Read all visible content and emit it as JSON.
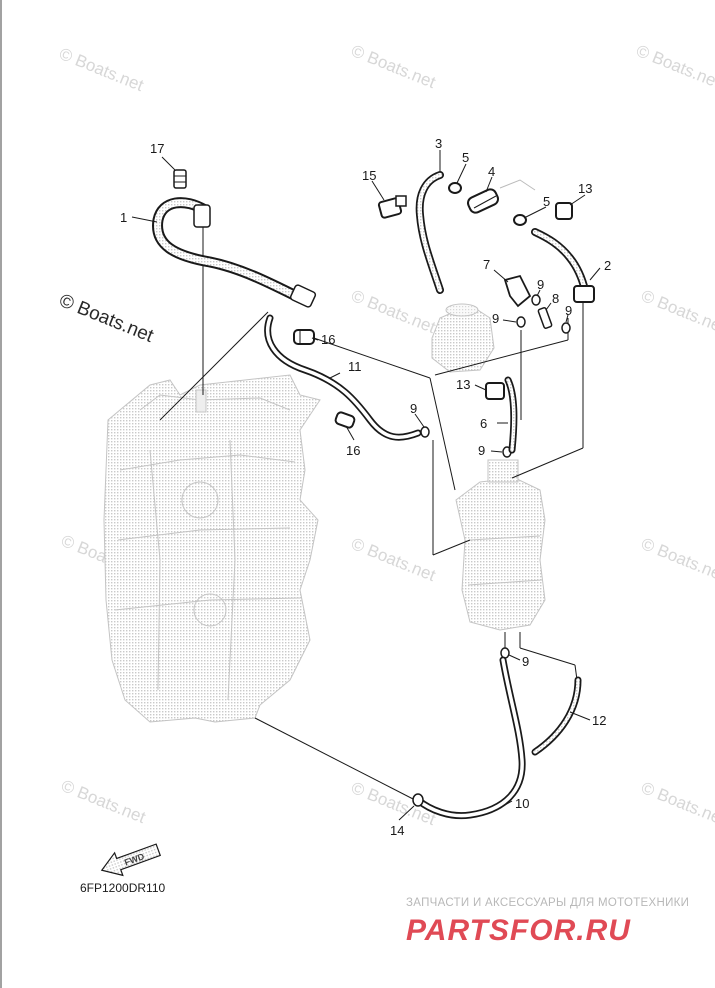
{
  "callouts": [
    {
      "id": "1",
      "text": "1"
    },
    {
      "id": "2",
      "text": "2"
    },
    {
      "id": "3",
      "text": "3"
    },
    {
      "id": "4",
      "text": "4"
    },
    {
      "id": "5a",
      "text": "5"
    },
    {
      "id": "5b",
      "text": "5"
    },
    {
      "id": "6",
      "text": "6"
    },
    {
      "id": "7",
      "text": "7"
    },
    {
      "id": "8",
      "text": "8"
    },
    {
      "id": "9a",
      "text": "9"
    },
    {
      "id": "9b",
      "text": "9"
    },
    {
      "id": "9c",
      "text": "9"
    },
    {
      "id": "9d",
      "text": "9"
    },
    {
      "id": "9e",
      "text": "9"
    },
    {
      "id": "10",
      "text": "10"
    },
    {
      "id": "11",
      "text": "11"
    },
    {
      "id": "12",
      "text": "12"
    },
    {
      "id": "13a",
      "text": "13"
    },
    {
      "id": "13b",
      "text": "13"
    },
    {
      "id": "14",
      "text": "14"
    },
    {
      "id": "15",
      "text": "15"
    },
    {
      "id": "16a",
      "text": "16"
    },
    {
      "id": "16b",
      "text": "16"
    },
    {
      "id": "17",
      "text": "17"
    }
  ],
  "watermark": {
    "text": "© Boats.net",
    "main_text": "© Boats.net"
  },
  "forward_marker": "FWD",
  "diagram_code": "6FP1200DR110",
  "brand": {
    "subtitle": "ЗАПЧАСТИ И АКСЕССУАРЫ ДЛЯ МОТОТЕХНИКИ",
    "name": "PARTSFOR.RU"
  },
  "colors": {
    "line": "#1a1a1a",
    "ghost": "#bdbdbd",
    "watermark": "#d7d7d7",
    "brand_red": "#e04a55",
    "brand_gray": "#b8b8b8"
  }
}
